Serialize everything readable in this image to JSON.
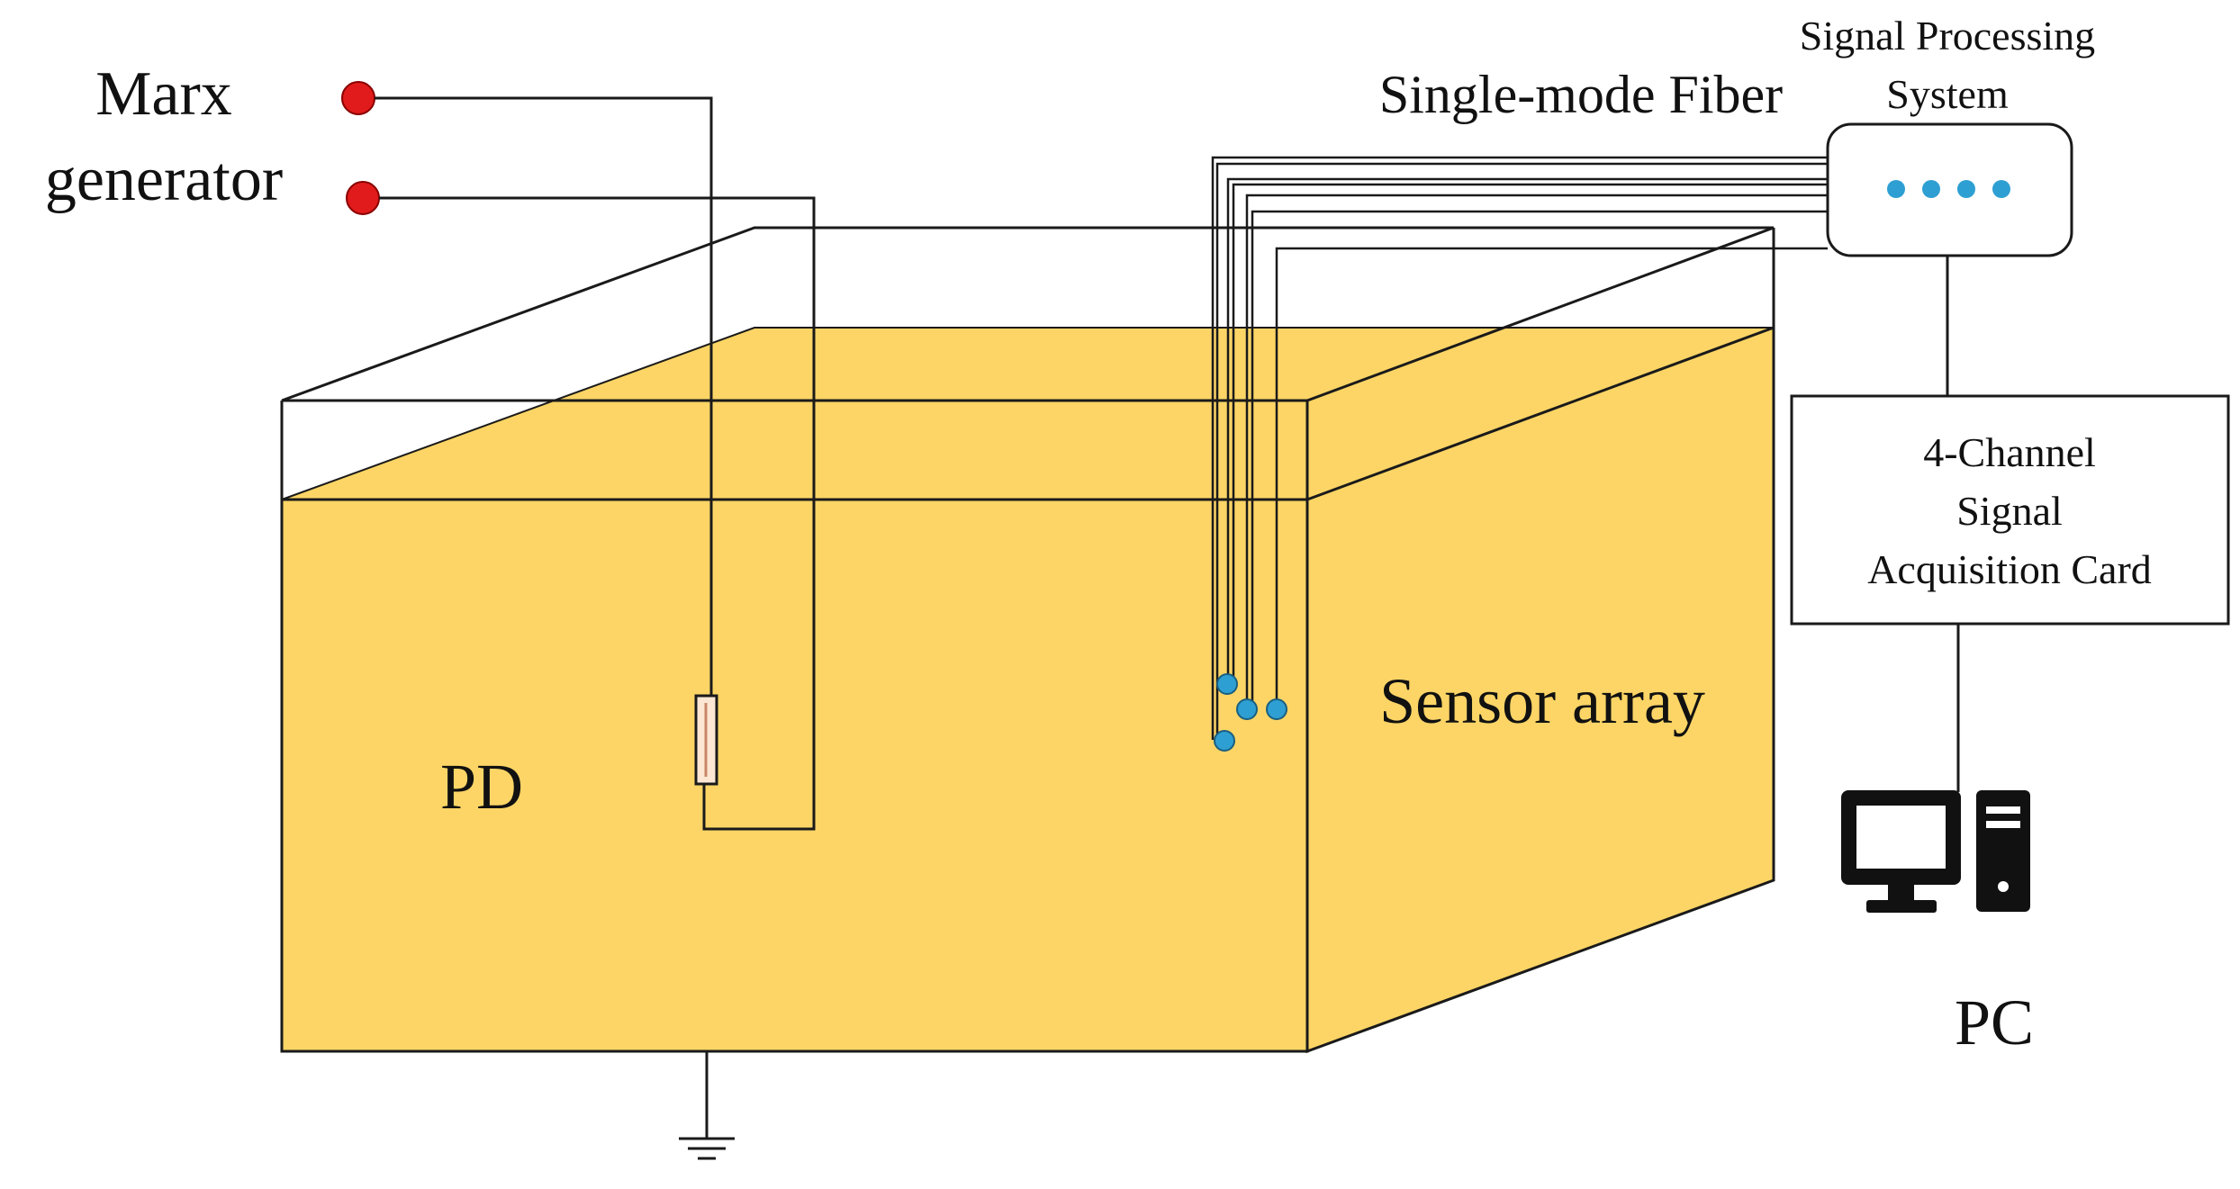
{
  "labels": {
    "marx_generator_line1": "Marx",
    "marx_generator_line2": "generator",
    "single_mode_fiber": "Single-mode Fiber",
    "signal_processing_line1": "Signal Processing",
    "signal_processing_line2": "System",
    "acquisition_line1": "4-Channel",
    "acquisition_line2": "Signal",
    "acquisition_line3": "Acquisition Card",
    "sensor_array": "Sensor array",
    "pd": "PD",
    "pc": "PC"
  },
  "colors": {
    "tank_fill": "#fcd566",
    "terminal": "#e11b1b",
    "sensor_dot": "#2e9fd2",
    "line": "#1a1a1a",
    "pc_icon": "#111111"
  },
  "icons": {
    "terminal": "red-circle",
    "ground": "ground-symbol",
    "pc": "desktop-computer-icon"
  }
}
